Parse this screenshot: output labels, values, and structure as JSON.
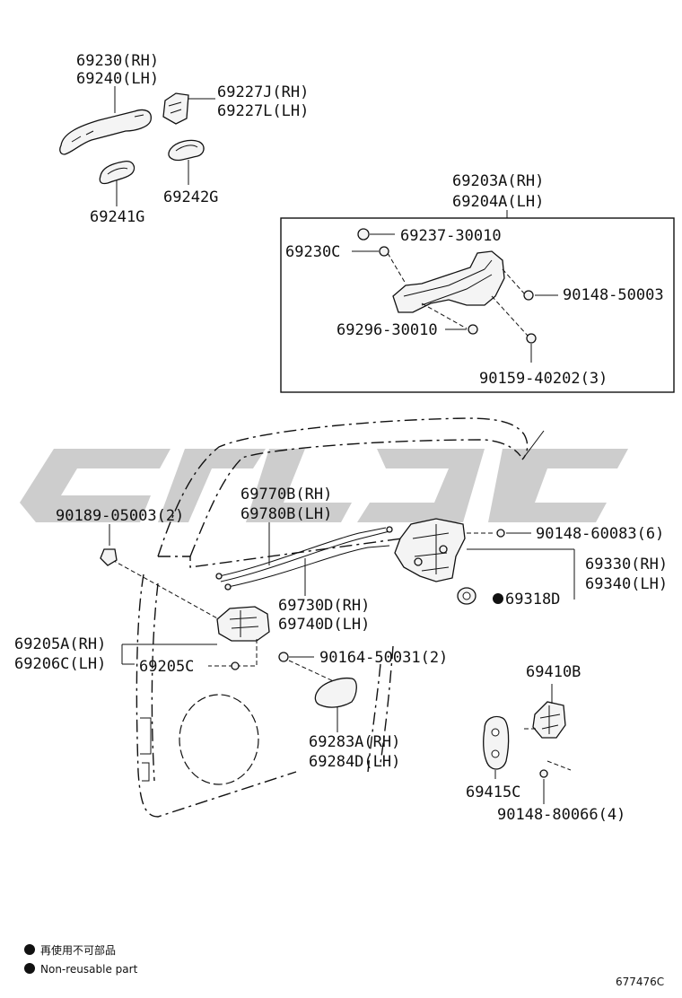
{
  "colors": {
    "ink": "#111111",
    "watermark": "#c8c8c8"
  },
  "top": {
    "handle_label_rh": "69230(RH)",
    "handle_label_lh": "69240(LH)",
    "cap_label_rh": "69227J(RH)",
    "cap_label_lh": "69227L(LH)",
    "pad_left_label": "69241G",
    "pad_right_label": "69242G"
  },
  "frame": {
    "title_rh": "69203A(RH)",
    "title_lh": "69204A(LH)",
    "screw_top_label": "69237-30010",
    "clip_label": "69230C",
    "bolt_right_label": "90148-50003",
    "screw_bottom_label": "69296-30010",
    "bolt_bottom_label": "90159-40202(3)"
  },
  "door": {
    "clip_label": "90189-05003(2)",
    "cable_upper_rh": "69770B(RH)",
    "cable_upper_lh": "69780B(LH)",
    "cable_lower_rh": "69730D(RH)",
    "cable_lower_lh": "69740D(LH)",
    "inner_handle_rh": "69205A(RH)",
    "inner_handle_lh": "69206C(LH)",
    "inner_handle_screw": "69205C",
    "lock_bolts": "90148-60083(6)",
    "lock_rh": "69330(RH)",
    "lock_lh": "69340(LH)",
    "seal_label": "69318D",
    "inner_screw": "90164-50031(2)",
    "bezel_rh": "69283A(RH)",
    "bezel_lh": "69284D(LH)"
  },
  "striker": {
    "striker_label": "69410B",
    "plate_label": "69415C",
    "bolt_label": "90148-80066(4)"
  },
  "legend": {
    "jp_text": "再使用不可部品",
    "en_text": "Non-reusable part"
  },
  "footer": {
    "ref_code": "677476C"
  }
}
